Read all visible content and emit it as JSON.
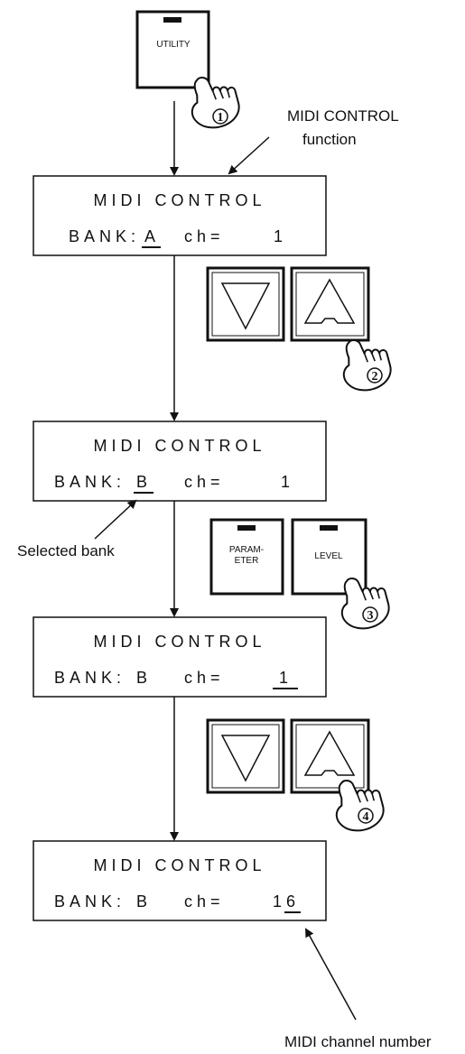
{
  "buttons": {
    "utility": "UTILITY",
    "parameter_line1": "PARAM-",
    "parameter_line2": "ETER",
    "level": "LEVEL"
  },
  "steps": [
    "1",
    "2",
    "3",
    "4"
  ],
  "annotations": {
    "midi_control_line1": "MIDI CONTROL",
    "midi_control_line2": "function",
    "selected_bank": "Selected bank",
    "midi_channel_number": "MIDI channel number"
  },
  "displays": [
    {
      "title": "MIDI CONTROL",
      "bank_label": "BANK:",
      "bank": "A",
      "ch_label": "ch=",
      "ch": "1",
      "underline": "bank"
    },
    {
      "title": "MIDI CONTROL",
      "bank_label": "BANK:",
      "bank": "B",
      "ch_label": "ch=",
      "ch": "1",
      "underline": "bank"
    },
    {
      "title": "MIDI CONTROL",
      "bank_label": "BANK:",
      "bank": "B",
      "ch_label": "ch=",
      "ch": "1",
      "underline": "ch"
    },
    {
      "title": "MIDI CONTROL",
      "bank_label": "BANK:",
      "bank": "B",
      "ch_label": "ch=",
      "ch": "16",
      "underline": "ch_last"
    }
  ]
}
